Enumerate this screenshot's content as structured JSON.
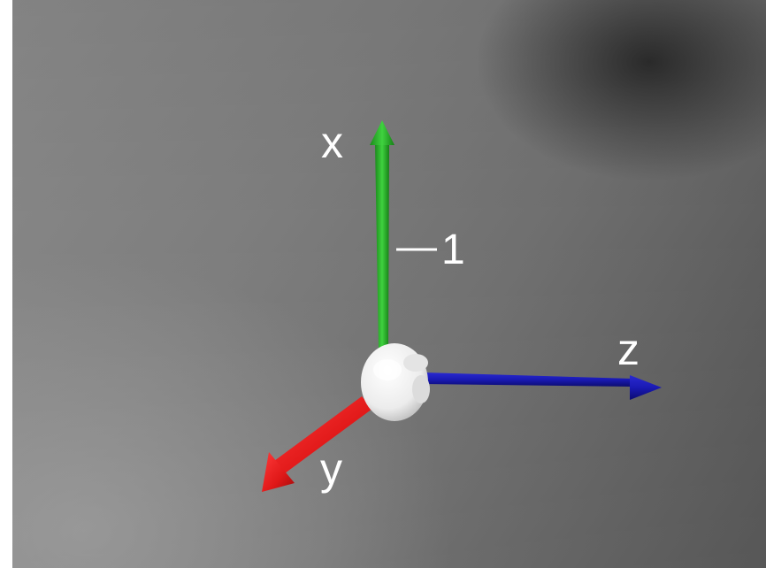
{
  "diagram": {
    "labels": {
      "x": "x",
      "y": "y",
      "z": "z",
      "unit_mark": "1"
    },
    "colors": {
      "x_axis": "#22b022",
      "y_axis": "#e01818",
      "z_axis": "#1a1ab4",
      "origin": "#f2f2f2",
      "label": "#ffffff"
    }
  }
}
